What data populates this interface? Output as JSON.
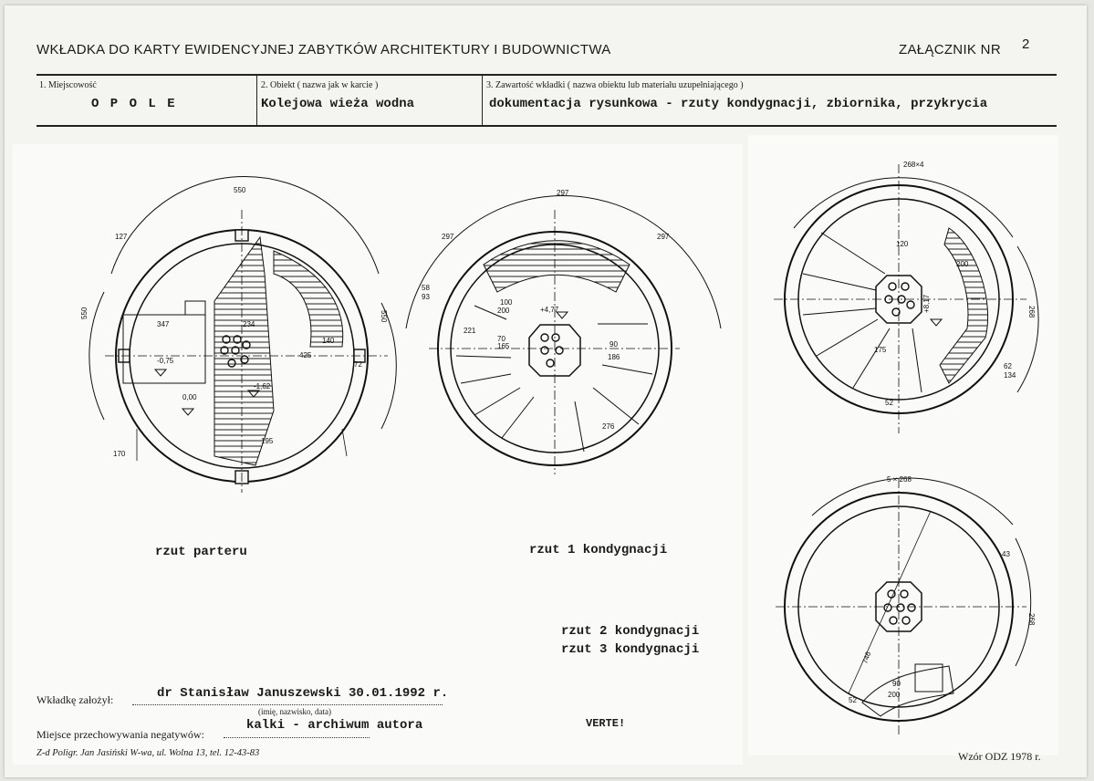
{
  "header": {
    "title": "WKŁADKA DO KARTY EWIDENCYJNEJ ZABYTKÓW ARCHITEKTURY I BUDOWNICTWA",
    "annex_label": "ZAŁĄCZNIK NR",
    "annex_number": "2"
  },
  "fields": {
    "place_label": "1. Miejscowość",
    "place_value": "O P O L E",
    "object_label": "2. Obiekt ( nazwa jak w karcie )",
    "object_value": "Kolejowa wieża wodna",
    "content_label": "3. Zawartość wkładki ( nazwa obiektu lub materiału uzupełniającego )",
    "content_value": "dokumentacja rysunkowa - rzuty kondygnacji, zbiornika, przykrycia"
  },
  "captions": {
    "ground": "rzut parteru",
    "floor1": "rzut 1 kondygnacji",
    "floor2": "rzut 2 kondygnacji",
    "floor3": "rzut 3 kondygnacji",
    "verte": "VERTE!"
  },
  "plan_labels": {
    "p1_top": "550",
    "p1_right": "550",
    "p1_left": "550",
    "p1_a": "347",
    "p1_b": "234",
    "p1_c": "140",
    "p1_d": "425",
    "p1_e": "72",
    "p1_f": "195",
    "p1_level1": "-0,75",
    "p1_level2": "0,00",
    "p1_level3": "-1,62",
    "p1_g": "127",
    "p1_h": "170",
    "p2_top": "297",
    "p2_left": "297",
    "p2_right": "297",
    "p2_level": "+4,77",
    "p2_a": "58",
    "p2_b": "93",
    "p2_c": "100",
    "p2_d": "200",
    "p2_e": "70",
    "p2_f": "165",
    "p2_g": "221",
    "p2_h": "276",
    "p2_i": "186",
    "p2_j": "90",
    "p3_top": "268×4",
    "p3_right": "268",
    "p3_level": "+8,17",
    "p3_a": "120",
    "p3_b": "200",
    "p3_c": "175",
    "p3_d": "62",
    "p3_e": "134",
    "p3_f": "52",
    "p4_top": "5 × 268",
    "p4_right": "268",
    "p4_a": "90",
    "p4_b": "200",
    "p4_c": "746",
    "p4_d": "43",
    "p4_e": "52"
  },
  "footer": {
    "created_by_label": "Wkładkę założył:",
    "created_by_value": "dr Stanisław Januszewski 30.01.1992 r.",
    "created_by_note": "(imię, nazwisko, data)",
    "negatives_label": "Miejsce przechowywania negatywów:",
    "negatives_value": "kalki - archiwum autora",
    "printer": "Z-d Poligr. Jan Jasiński W-wa, ul. Wolna 13, tel. 12-43-83",
    "form_model": "Wzór ODZ 1978 r."
  }
}
